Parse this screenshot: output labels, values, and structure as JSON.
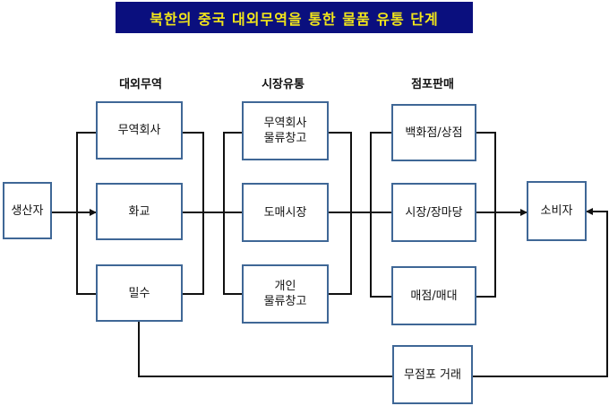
{
  "title": "북한의 중국 대외무역을 통한 물품 유통 단계",
  "stages": {
    "trade": "대외무역",
    "market": "시장유통",
    "retail": "점포판매"
  },
  "nodes": {
    "producer": "생산자",
    "trading_company": "무역회사",
    "overseas_chinese": "화교",
    "smuggling": "밀수",
    "trading_warehouse": "무역회사\n물류창고",
    "wholesale_market": "도매시장",
    "private_warehouse": "개인\n물류창고",
    "department_store": "백화점/상점",
    "market_jangmadang": "시장/장마당",
    "kiosk": "매점/매대",
    "consumer": "소비자",
    "storeless_trade": "무점포 거래"
  },
  "colors": {
    "title_bg": "#0a0f7e",
    "title_text": "#f2e61a",
    "box_border": "#3f6796",
    "line": "#111111"
  }
}
